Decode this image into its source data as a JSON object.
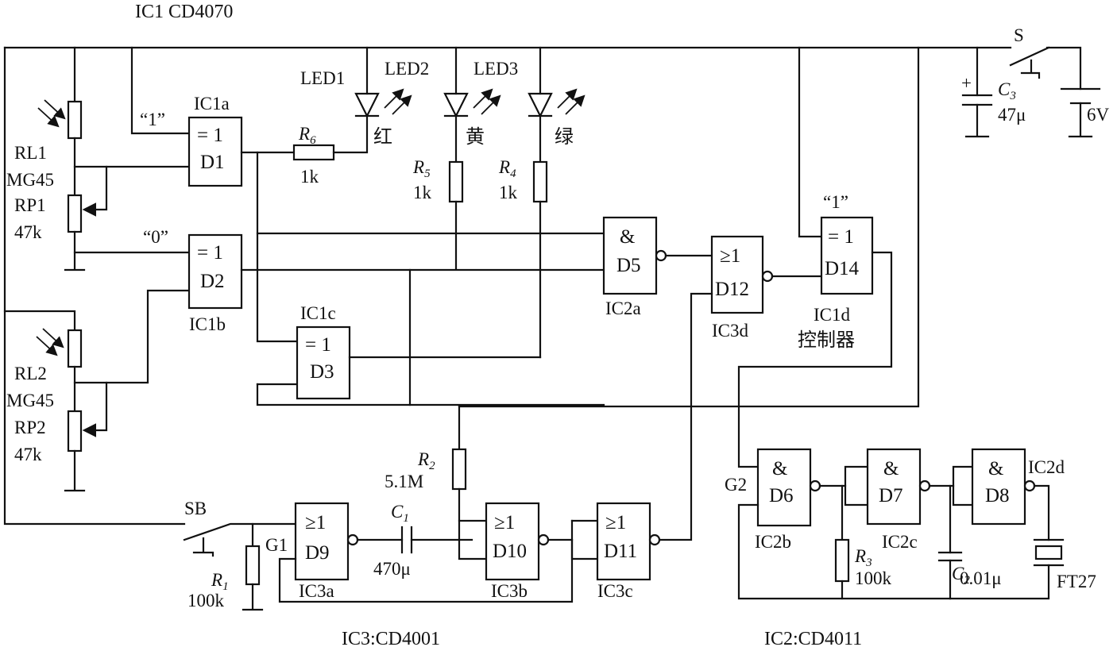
{
  "titles": {
    "ic1": "IC1  CD4070",
    "ic3": "IC3:CD4001",
    "ic2": "IC2:CD4011"
  },
  "gates": {
    "d1": {
      "symbol": "= 1",
      "name": "D1",
      "label": "IC1a",
      "input_note": "“1”"
    },
    "d2": {
      "symbol": "= 1",
      "name": "D2",
      "label": "IC1b",
      "input_note": "“0”"
    },
    "d3": {
      "symbol": "= 1",
      "name": "D3",
      "label": "IC1c"
    },
    "d5": {
      "symbol": "&",
      "name": "D5",
      "label": "IC2a"
    },
    "d12": {
      "symbol": "≥1",
      "name": "D12",
      "label": "IC3d"
    },
    "d14": {
      "symbol": "= 1",
      "name": "D14",
      "label": "IC1d",
      "sublabel": "控制器",
      "input_note": "“1”"
    },
    "d9": {
      "symbol": "≥1",
      "name": "D9",
      "label": "IC3a",
      "pin": "G1"
    },
    "d10": {
      "symbol": "≥1",
      "name": "D10",
      "label": "IC3b"
    },
    "d11": {
      "symbol": "≥1",
      "name": "D11",
      "label": "IC3c"
    },
    "d6": {
      "symbol": "&",
      "name": "D6",
      "label": "IC2b",
      "pin": "G2"
    },
    "d7": {
      "symbol": "&",
      "name": "D7",
      "label": "IC2c"
    },
    "d8": {
      "symbol": "&",
      "name": "D8",
      "label": "IC2d"
    }
  },
  "leds": [
    {
      "name": "LED1",
      "color": "红"
    },
    {
      "name": "LED2",
      "color": "黄"
    },
    {
      "name": "LED3",
      "color": "绿"
    }
  ],
  "resistors": {
    "r6": {
      "sym": "R",
      "sub": "6",
      "value": "1k"
    },
    "r5": {
      "sym": "R",
      "sub": "5",
      "value": "1k"
    },
    "r4": {
      "sym": "R",
      "sub": "4",
      "value": "1k"
    },
    "r2": {
      "sym": "R",
      "sub": "2",
      "value": "5.1M"
    },
    "r1": {
      "sym": "R",
      "sub": "1",
      "value": "100k"
    },
    "r3": {
      "sym": "R",
      "sub": "3",
      "value": "100k"
    }
  },
  "capacitors": {
    "c1": {
      "sym": "C",
      "sub": "1",
      "value": "470μ"
    },
    "c2": {
      "sym": "C",
      "sub": "2",
      "value": "0.01μ"
    },
    "c3": {
      "sym": "C",
      "sub": "3",
      "value": "47μ",
      "polarity": "+"
    }
  },
  "sensors": {
    "rl1": {
      "name": "RL1",
      "type": "MG45"
    },
    "rp1": {
      "name": "RP1",
      "value": "47k"
    },
    "rl2": {
      "name": "RL2",
      "type": "MG45"
    },
    "rp2": {
      "name": "RP2",
      "value": "47k"
    }
  },
  "switches": {
    "s": "S",
    "sb": "SB"
  },
  "battery": {
    "value": "6V"
  },
  "buzzer": {
    "name": "FT27"
  }
}
